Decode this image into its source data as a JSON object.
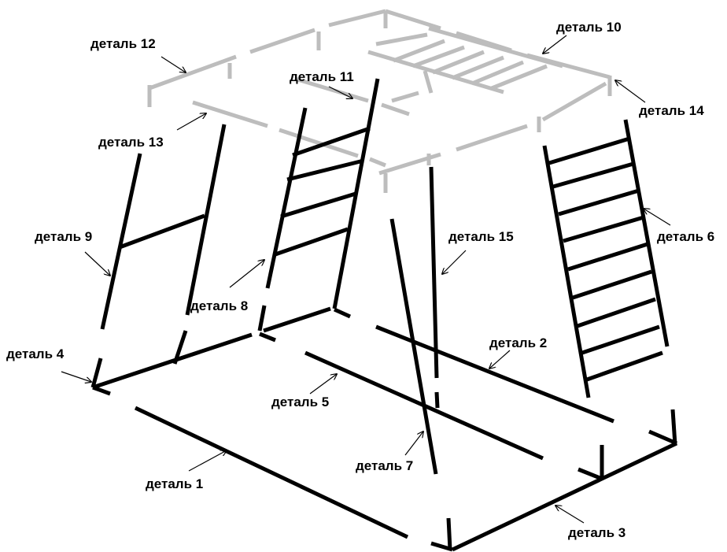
{
  "labels": {
    "p1": "деталь 1",
    "p2": "деталь 2",
    "p3": "деталь 3",
    "p4": "деталь 4",
    "p5": "деталь 5",
    "p6": "деталь 6",
    "p7": "деталь 7",
    "p8": "деталь 8",
    "p9": "деталь 9",
    "p10": "деталь 10",
    "p11": "деталь 11",
    "p12": "деталь 12",
    "p13": "деталь 13",
    "p14": "деталь 14",
    "p15": "деталь 15"
  },
  "colors": {
    "frame": "#000000",
    "top_frame": "#bdbdbd",
    "pointer": "#000000"
  }
}
